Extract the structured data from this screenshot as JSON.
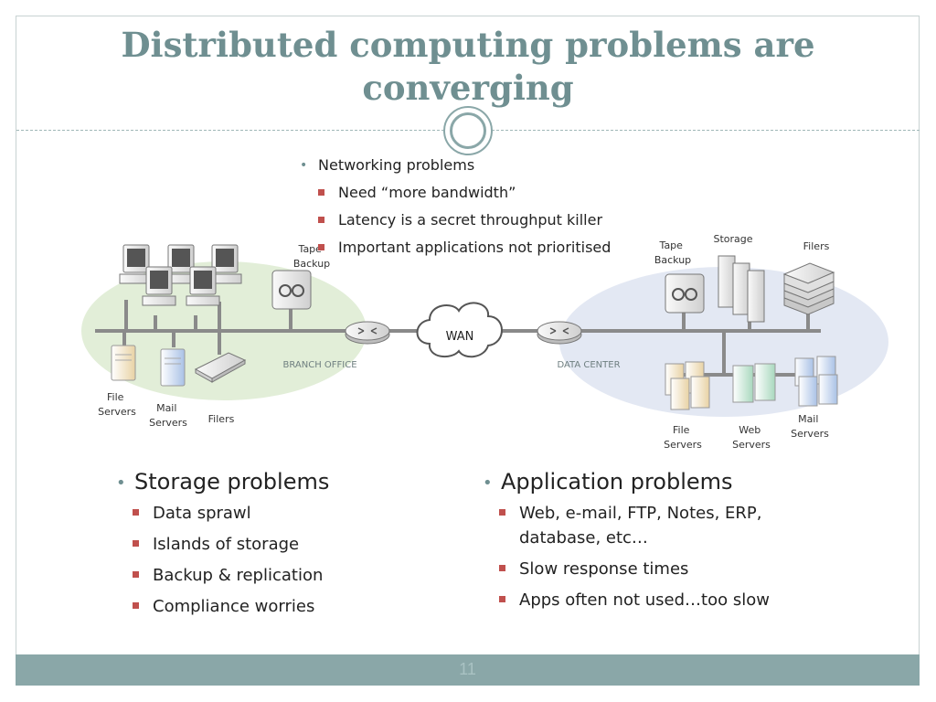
{
  "slide": {
    "title_line1": "Distributed computing problems are",
    "title_line2": "converging",
    "page_number": "11"
  },
  "networking": {
    "heading": "Networking problems",
    "items": [
      "Need “more bandwidth”",
      "Latency is a secret throughput killer",
      "Important applications not prioritised"
    ]
  },
  "storage": {
    "heading": "Storage problems",
    "items": [
      "Data sprawl",
      "Islands of storage",
      "Backup & replication",
      "Compliance worries"
    ]
  },
  "application": {
    "heading": "Application problems",
    "items": [
      "Web, e-mail, FTP, Notes, ERP, database, etc…",
      "Slow response times",
      "Apps often not used…too slow"
    ]
  },
  "diagram": {
    "branch_label": "BRANCH OFFICE",
    "datacenter_label": "DATA CENTER",
    "wan_label": "WAN",
    "branch": {
      "tape_backup": [
        "Tape",
        "Backup"
      ],
      "file_servers": [
        "File",
        "Servers"
      ],
      "mail_servers": [
        "Mail",
        "Servers"
      ],
      "filers": "Filers"
    },
    "datacenter": {
      "tape_backup": [
        "Tape",
        "Backup"
      ],
      "storage": "Storage",
      "filers": "Filers",
      "file_servers": [
        "File",
        "Servers"
      ],
      "web_servers": [
        "Web",
        "Servers"
      ],
      "mail_servers": [
        "Mail",
        "Servers"
      ]
    },
    "colors": {
      "branch_zone": "#e2eed8",
      "datacenter_zone": "#e3e8f3",
      "line": "#8a8a8a"
    }
  }
}
